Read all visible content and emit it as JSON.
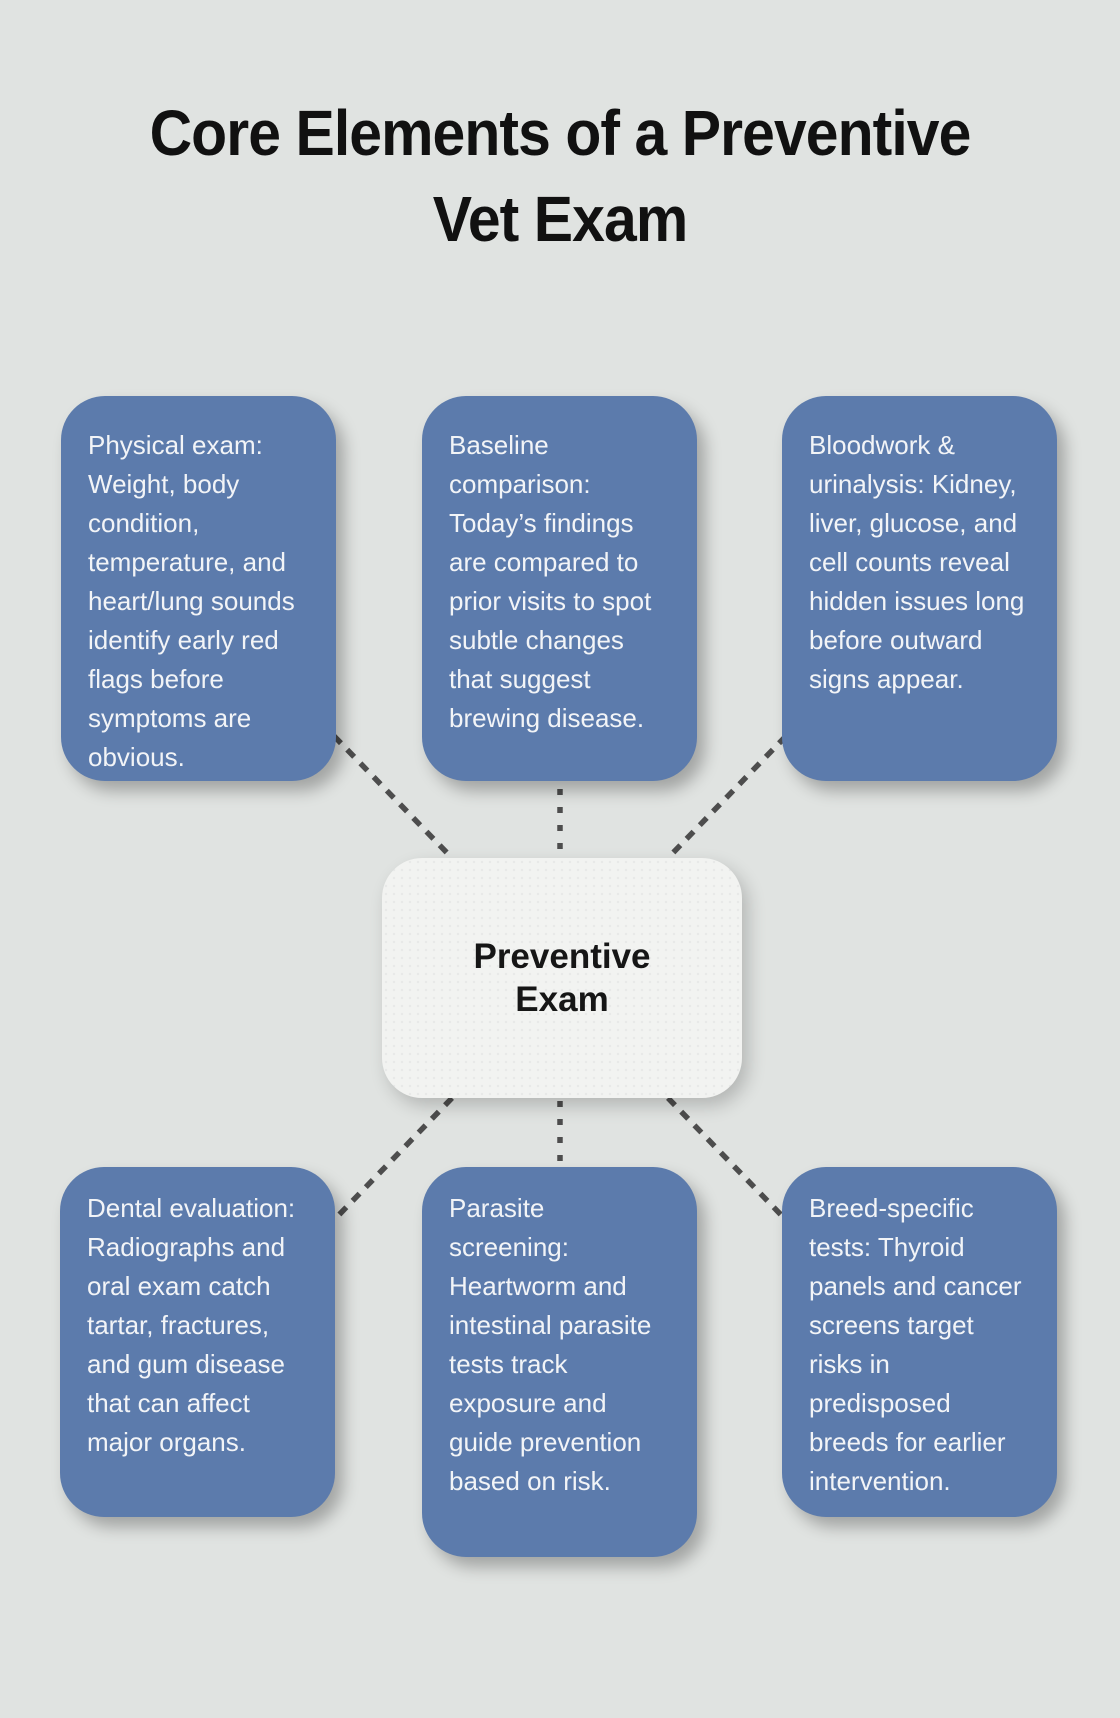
{
  "title": "Core Elements of a Preventive Vet Exam",
  "center_node": {
    "label": "Preventive Exam"
  },
  "nodes": [
    {
      "id": "physical-exam",
      "text": "Physical exam: Weight, body condition, temperature, and heart/lung sounds identify early red flags before symptoms are obvious."
    },
    {
      "id": "baseline-comparison",
      "text": "Baseline comparison: Today’s findings are compared to prior visits to spot subtle changes that suggest brewing disease."
    },
    {
      "id": "bloodwork-urinalysis",
      "text": "Bloodwork & urinalysis: Kidney, liver, glucose, and cell counts reveal hidden issues long before outward signs appear."
    },
    {
      "id": "dental-evaluation",
      "text": "Dental evaluation: Radiographs and oral exam catch tartar, fractures, and gum disease that can affect major organs."
    },
    {
      "id": "parasite-screening",
      "text": "Parasite screening: Heartworm and intestinal parasite tests track exposure and guide prevention based on risk."
    },
    {
      "id": "breed-specific-tests",
      "text": "Breed-specific tests: Thyroid panels and cancer screens target risks in predisposed breeds for earlier intervention."
    }
  ],
  "colors": {
    "background": "#e0e3e1",
    "node_fill": "#5c7bac",
    "node_text": "#f2f4f7",
    "center_fill": "#f2f3f1",
    "center_text": "#161616",
    "connector": "#4d4d4d",
    "title_text": "#111111"
  }
}
